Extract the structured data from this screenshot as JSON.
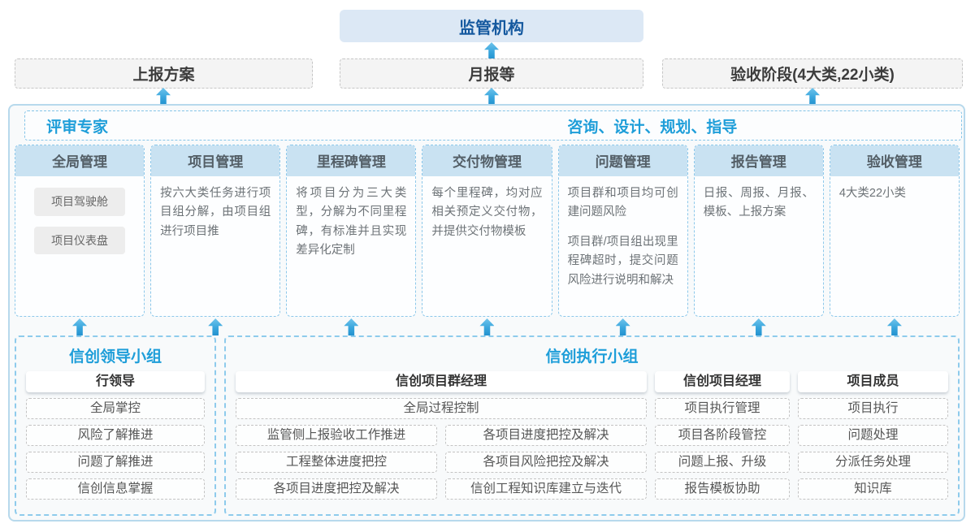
{
  "regulator": {
    "label": "监管机构"
  },
  "reports": {
    "plan": "上报方案",
    "monthly": "月报等",
    "acceptance": "验收阶段(4大类,22小类)"
  },
  "advisors": {
    "experts": "评审专家",
    "services": "咨询、设计、规划、指导"
  },
  "columns": [
    {
      "title": "全局管理",
      "pills": [
        "项目驾驶舱",
        "项目仪表盘"
      ]
    },
    {
      "title": "项目管理",
      "text": "按六大类任务进行项目组分解，由项目组进行项目推"
    },
    {
      "title": "里程碑管理",
      "text": "将项目分为三大类型，分解为不同里程碑，有标准并且实现差异化定制"
    },
    {
      "title": "交付物管理",
      "text": "每个里程碑，均对应相关预定义交付物，并提供交付物模板"
    },
    {
      "title": "问题管理",
      "text": "项目群和项目均可创建问题风险",
      "text2": "项目群/项目组出现里程碑超时，提交问题风险进行说明和解决"
    },
    {
      "title": "报告管理",
      "text": "日报、周报、月报、模板、上报方案"
    },
    {
      "title": "验收管理",
      "text": "4大类22小类"
    }
  ],
  "leader_group": {
    "title": "信创领导小组",
    "role": "行领导",
    "items": [
      "全局掌控",
      "风险了解推进",
      "问题了解推进",
      "信创信息掌握"
    ]
  },
  "exec_group": {
    "title": "信创执行小组",
    "group_manager": {
      "role": "信创项目群经理",
      "full_item": "全局过程控制",
      "left_items": [
        "监管侧上报验收工作推进",
        "工程整体进度把控",
        "各项目进度把控及解决"
      ],
      "right_items": [
        "各项目进度把控及解决",
        "各项目风险把控及解决",
        "信创工程知识库建立与迭代"
      ]
    },
    "project_manager": {
      "role": "信创项目经理",
      "items": [
        "项目执行管理",
        "项目各阶段管控",
        "问题上报、升级",
        "报告模板协助"
      ]
    },
    "member": {
      "role": "项目成员",
      "items": [
        "项目执行",
        "问题处理",
        "分派任务处理",
        "知识库"
      ]
    }
  },
  "colors": {
    "accent_blue": "#1e9ed9",
    "dark_blue": "#15599f",
    "arrow_blue": "#2d9fd9",
    "header_fill": "#c9e2f2",
    "regulator_fill": "#dce8f5"
  }
}
